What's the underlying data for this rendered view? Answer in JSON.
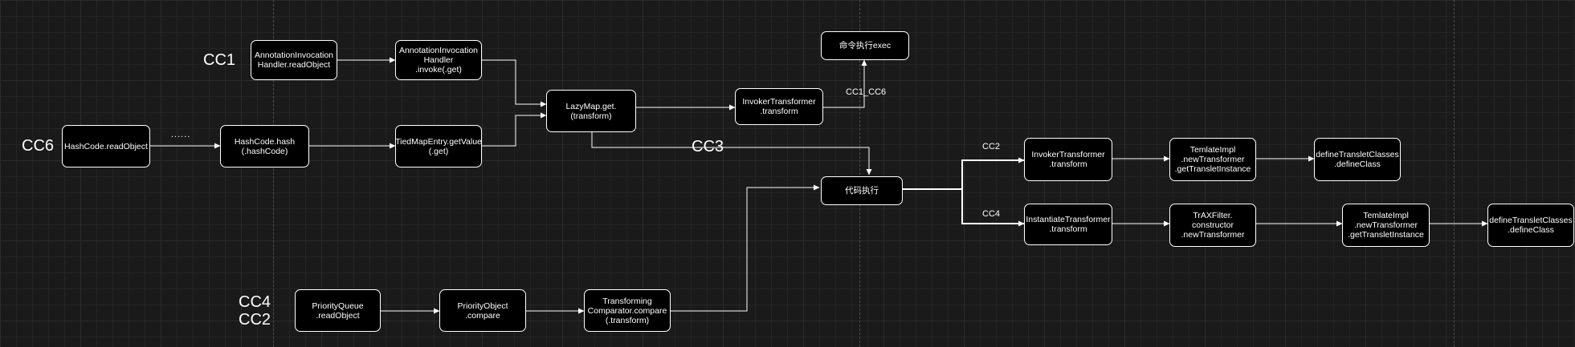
{
  "labels": {
    "cc1": "CC1",
    "cc6": "CC6",
    "cc3": "CC3",
    "cc4_cc2": "CC4\nCC2",
    "cc1_cc6": "CC1_CC6",
    "cc2": "CC2",
    "cc4": "CC4",
    "ellipsis": "......"
  },
  "nodes": {
    "annotation_readobject": "AnnotationInvocation\nHandler.readObject",
    "annotation_invoke": "AnnotationInvocation\nHandler\n.invoke(.get)",
    "lazymap_get": "LazyMap.get.\n(transform)",
    "invoker_transformer_top": "InvokerTransformer\n.transform",
    "exec": "命令执行exec",
    "hashcode_readobject": "HashCode.readObject",
    "hashcode_hash": "HashCode.hash\n(.hashCode)",
    "tiedmapentry_getvalue": "TiedMapEntry.getValue\n(.get)",
    "code_exec": "代码执行",
    "invoker_transformer_cc2": "InvokerTransformer\n.transform",
    "templateimpl_cc2": "TemlateImpl\n.newTransformer\n.getTransletInstance",
    "define_cc2": "defineTransletClasses\n.defineClass",
    "instantiate_transformer": "InstantiateTransformer\n.transform",
    "traxfilter": "TrAXFilter.\nconstructor\n.newTransformer",
    "templateimpl_cc4": "TemlateImpl\n.newTransformer\n.getTransletInstance",
    "define_cc4": "defineTransletClasses\n.defineClass",
    "priorityqueue_readobject": "PriorityQueue\n.readObject",
    "priorityobject_compare": "PriorityObject\n.compare",
    "transforming_comparator": "Transforming\nComparator.compare\n(.transform)"
  }
}
